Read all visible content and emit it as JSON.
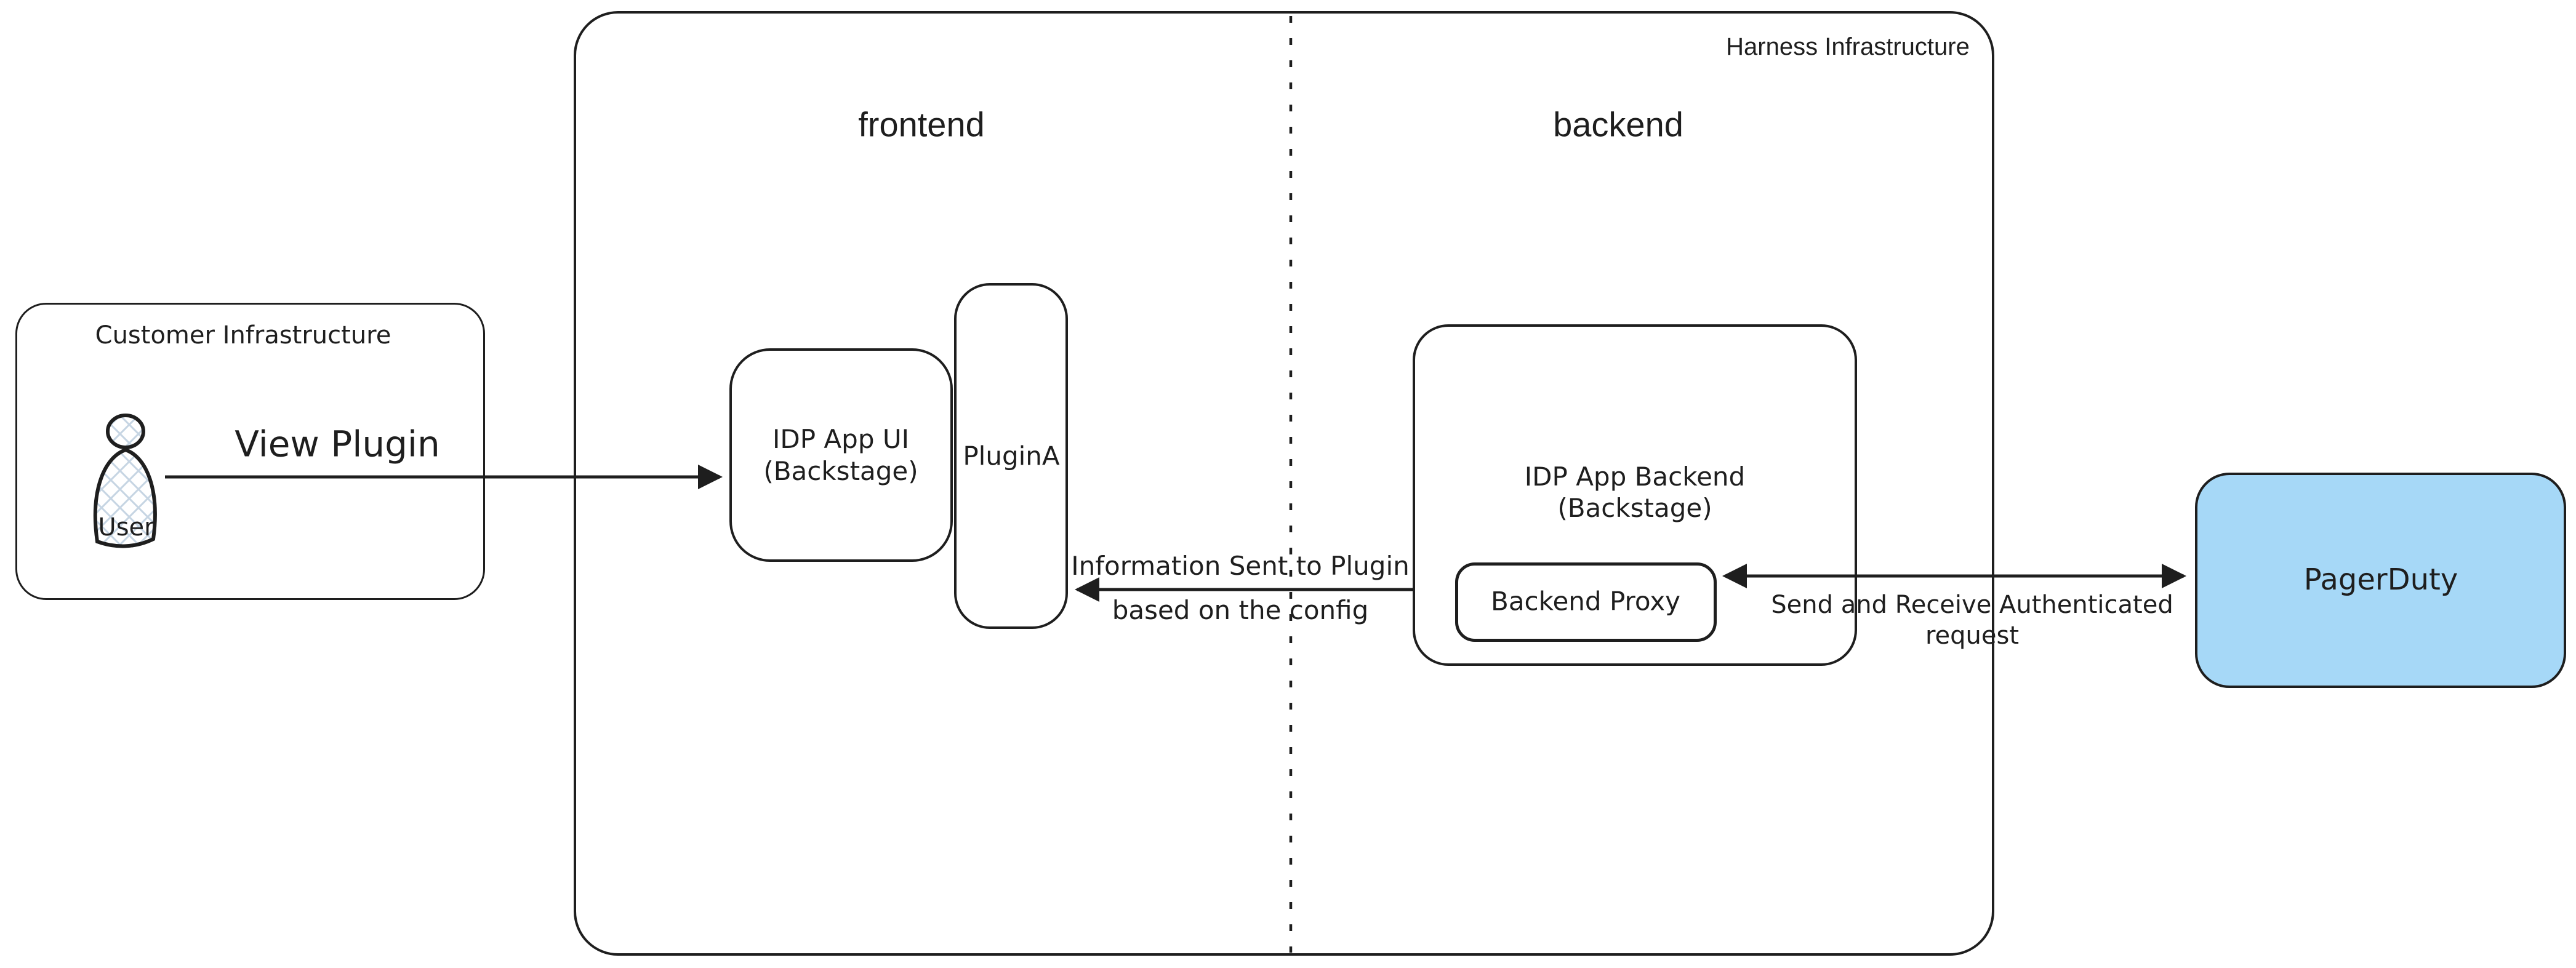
{
  "colors": {
    "stroke": "#1e1e1e",
    "pagerduty_fill": "#a6d8f7",
    "user_hatch": "#c6d5e3"
  },
  "harness": {
    "title": "Harness Infrastructure",
    "frontend_label": "frontend",
    "backend_label": "backend"
  },
  "customer": {
    "title": "Customer Infrastructure",
    "user_label": "User"
  },
  "nodes": {
    "idp_app_ui": "IDP App UI\n(Backstage)",
    "plugin_a": "PluginA",
    "idp_app_backend": "IDP App Backend\n(Backstage)",
    "backend_proxy": "Backend Proxy",
    "pagerduty": "PagerDuty"
  },
  "arrows": {
    "view_plugin": "View Plugin",
    "info_sent": "Information Sent to Plugin\nbased on the config",
    "send_receive": "Send and Receive Authenticated\nrequest"
  }
}
